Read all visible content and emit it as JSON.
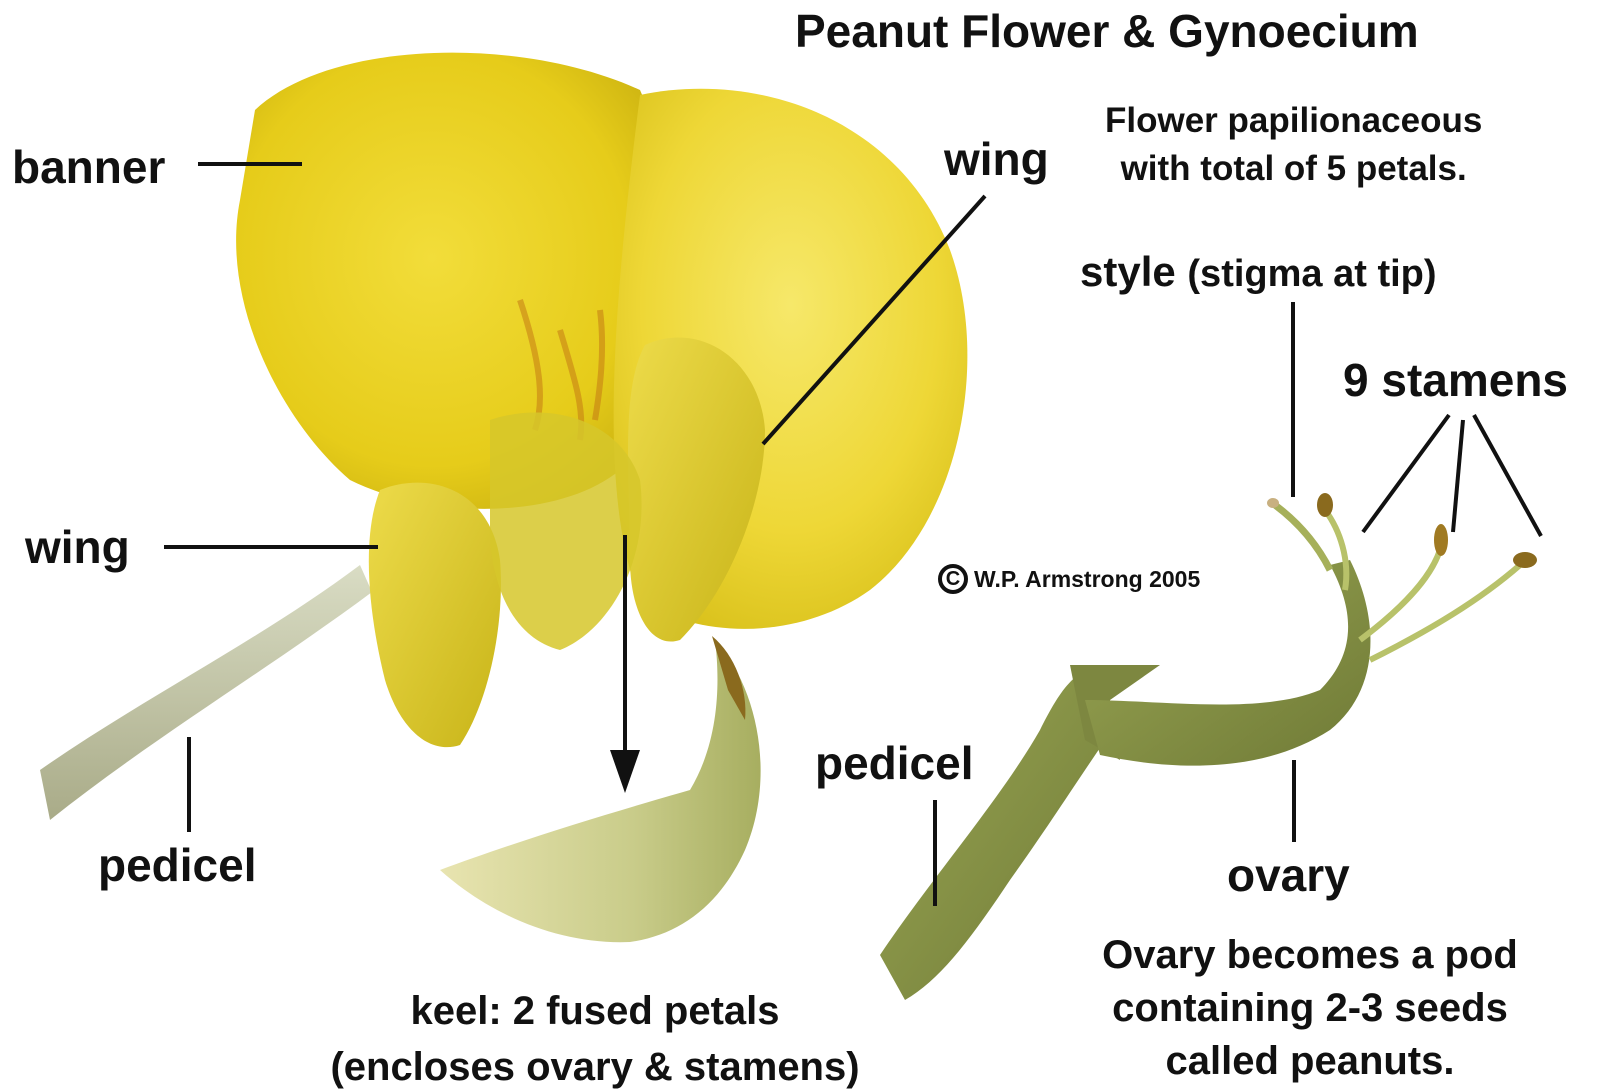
{
  "title": "Peanut Flower & Gynoecium",
  "note_lines": [
    "Flower papilionaceous",
    "with total of 5 petals."
  ],
  "labels": {
    "banner": "banner",
    "wing_right": "wing",
    "wing_left": "wing",
    "style": "style",
    "style_note": "(stigma at tip)",
    "stamens": "9 stamens",
    "pedicel_left": "pedicel",
    "pedicel_right": "pedicel",
    "ovary": "ovary",
    "keel_line1": "keel: 2 fused petals",
    "keel_line2": "(encloses ovary & stamens)"
  },
  "ovary_note_lines": [
    "Ovary becomes a pod",
    "containing 2-3 seeds",
    "called peanuts."
  ],
  "copyright": "W.P. Armstrong 2005",
  "colors": {
    "petal_yellow": "#e8d01c",
    "petal_light": "#f4e460",
    "petal_shadow": "#c9b312",
    "keel_green": "#b8c27a",
    "stem_green": "#8f9a4e",
    "pedicel_gray": "#c8c8a8",
    "line": "#111111"
  }
}
